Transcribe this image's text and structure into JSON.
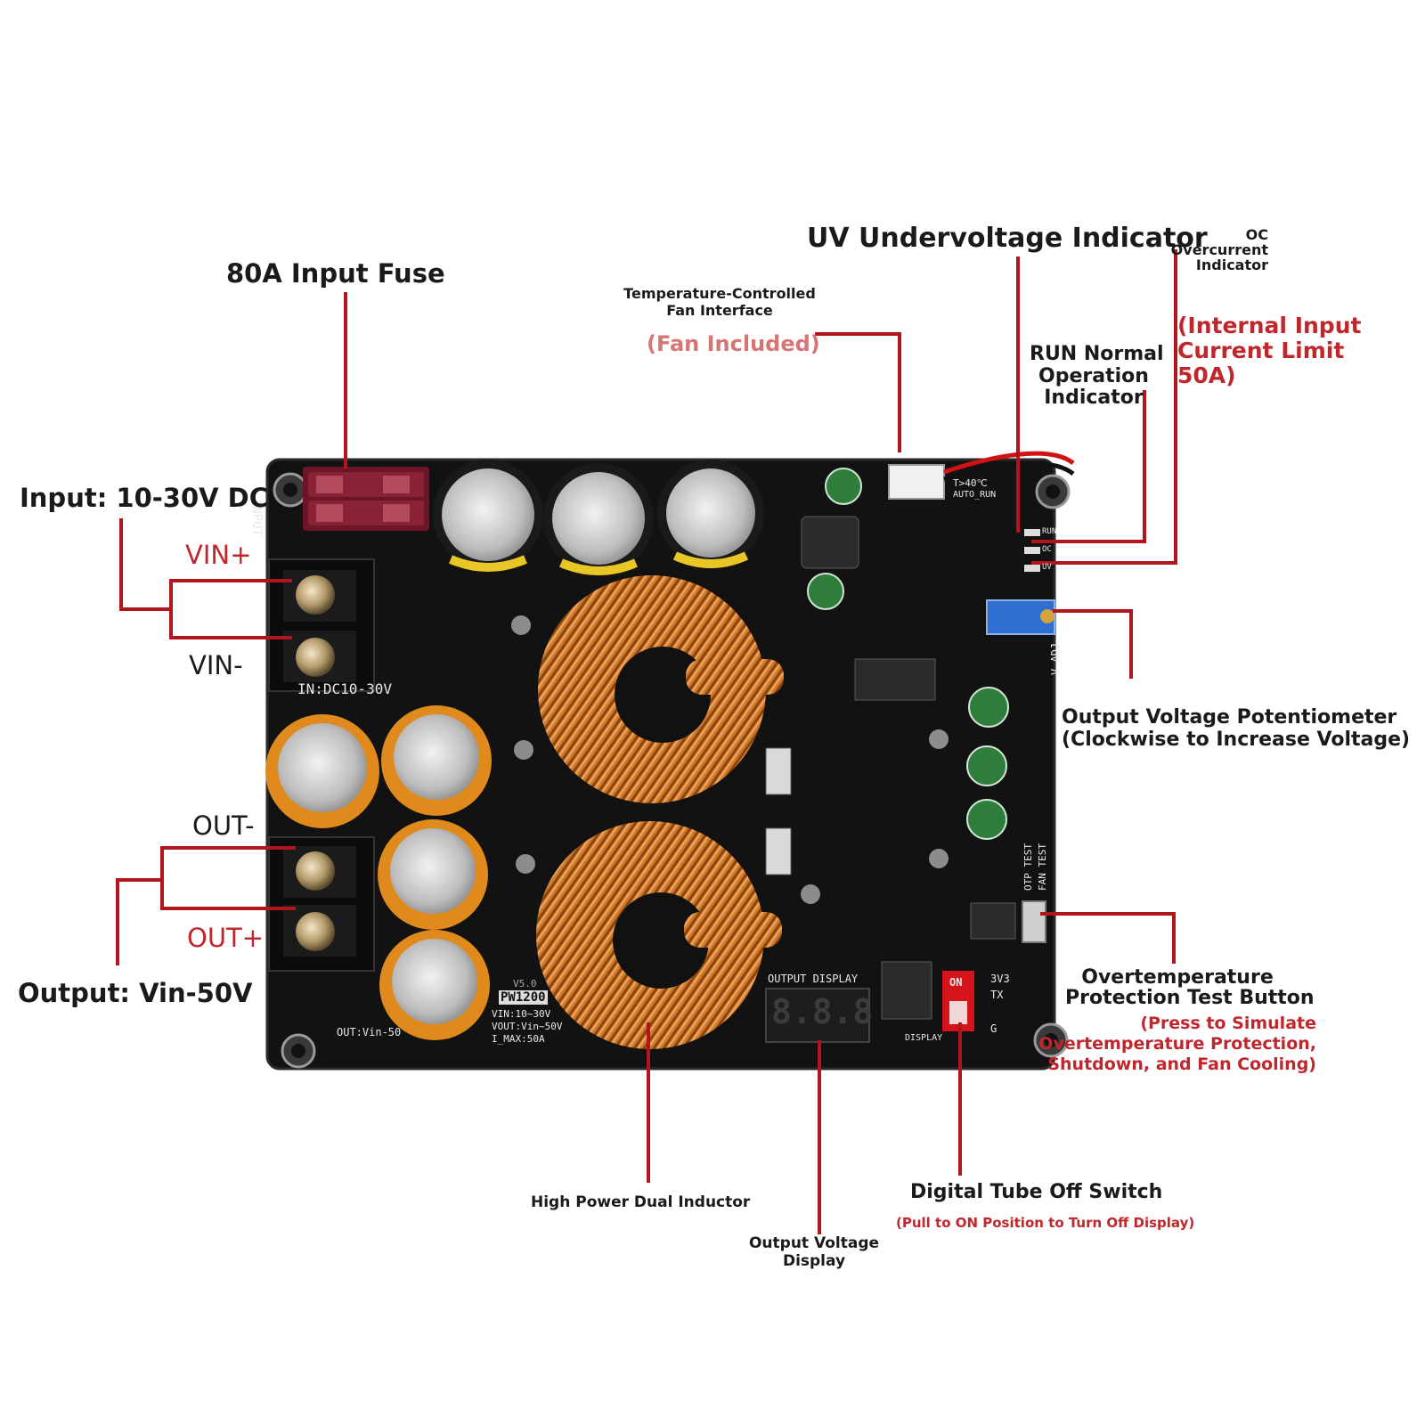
{
  "callouts": {
    "fuse": "80A Input Fuse",
    "input": "Input: 10-30V DC",
    "vin_plus": "VIN+",
    "vin_minus": "VIN-",
    "out_minus": "OUT-",
    "out_plus": "OUT+",
    "output": "Output: Vin-50V",
    "fan_interface": [
      "Temperature-Controlled",
      "Fan Interface"
    ],
    "fan_included": "(Fan Included)",
    "uv": "UV Undervoltage Indicator",
    "oc": [
      "OC",
      "Overcurrent",
      "Indicator"
    ],
    "current_limit": [
      "(Internal Input",
      "Current Limit",
      "50A)"
    ],
    "run": [
      "RUN Normal",
      "Operation",
      "Indicator"
    ],
    "pot": [
      "Output Voltage Potentiometer",
      "(Clockwise to Increase Voltage)"
    ],
    "otp": [
      "Overtemperature",
      "Protection Test Button"
    ],
    "otp_note": [
      "(Press to Simulate",
      "Overtemperature Protection,",
      "Shutdown, and Fan Cooling)"
    ],
    "inductor": "High Power Dual Inductor",
    "display": [
      "Output Voltage",
      "Display"
    ],
    "switch": "Digital Tube Off Switch",
    "switch_note": "(Pull to ON Position to Turn Off Display)"
  },
  "board": {
    "input_text": "INPUT",
    "in_spec": "IN:DC10-30V",
    "out_spec": "OUT:Vin-50",
    "model": "PW1200",
    "version": "V5.0",
    "spec_lines": [
      "VIN:10~30V",
      "VOUT:Vin~50V",
      "I_MAX:50A"
    ],
    "output_display": "OUTPUT DISPLAY",
    "display_digits": "8.8.8",
    "fan_temp": "T>40℃",
    "auto_run": "AUTO_RUN",
    "v_adj": "V_ADJ",
    "otp_test": "OTP TEST",
    "fan_test": "FAN TEST",
    "switch_on": "ON",
    "pins": [
      "3V3",
      "TX",
      "G"
    ],
    "display_label": "DISPLAY",
    "led_labels": [
      "RUN",
      "OC",
      "UV"
    ]
  },
  "colors": {
    "pcb": "#111111",
    "leader": "#b3151c",
    "copper": "#b5651d",
    "fuse": "#7a1a2a",
    "cap_orange": "#e08a1e",
    "label_red": "#c0272d"
  }
}
